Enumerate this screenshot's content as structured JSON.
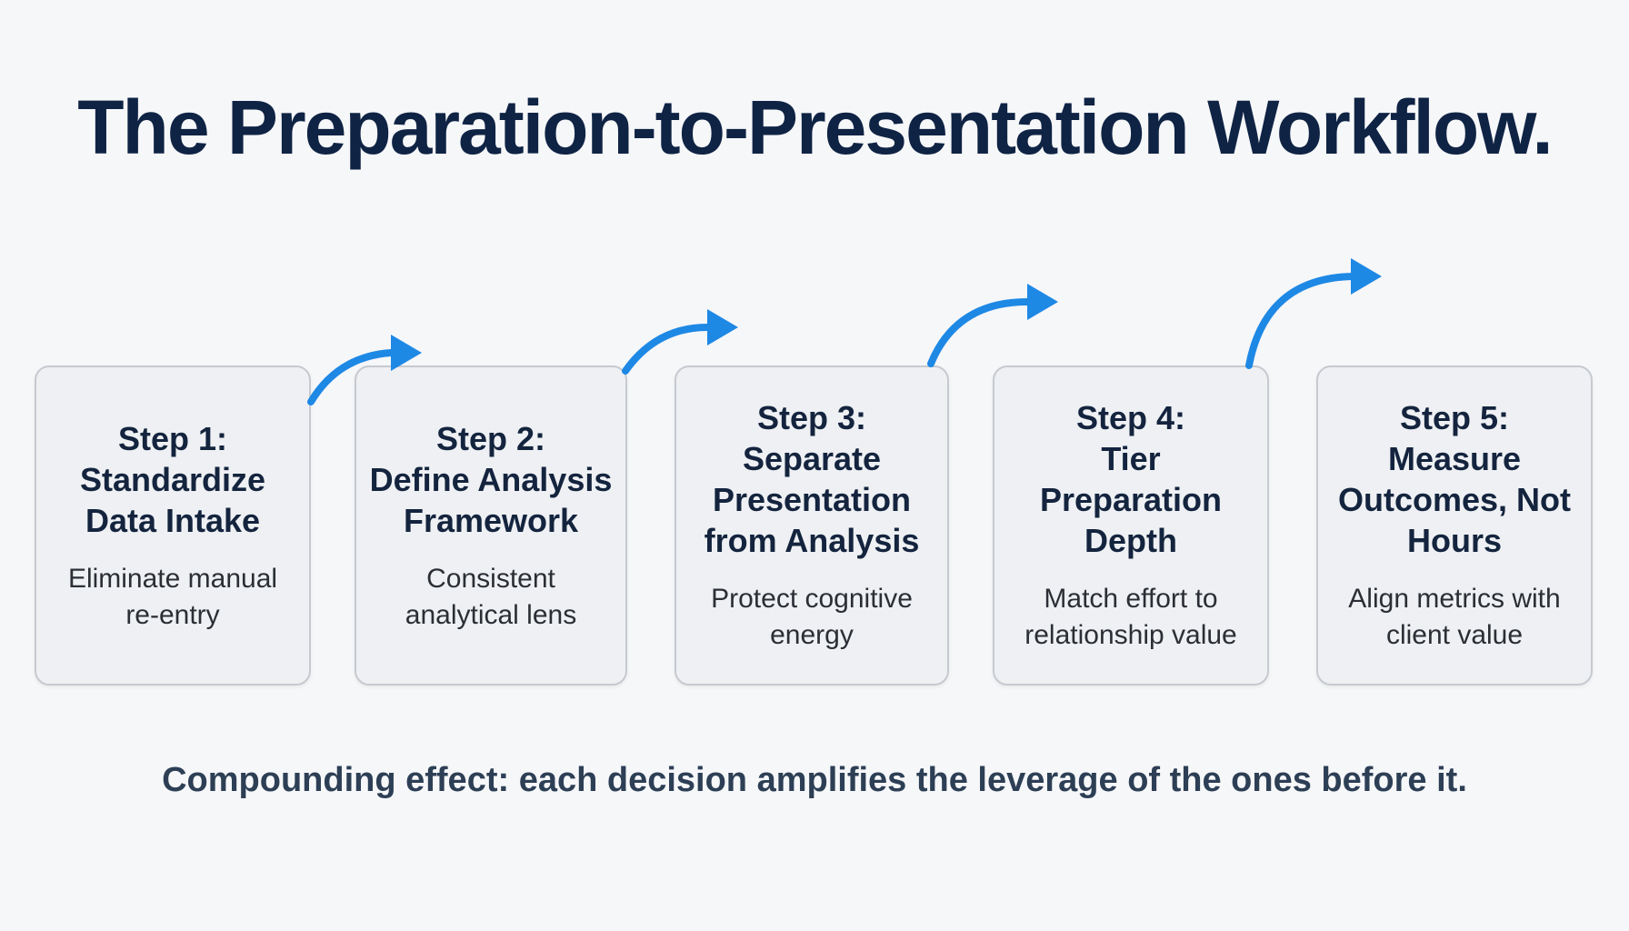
{
  "title": "The Preparation-to-Presentation Workflow.",
  "steps": [
    {
      "label": "Step 1:",
      "name": "Standardize Data Intake",
      "description": "Eliminate manual re-entry"
    },
    {
      "label": "Step 2:",
      "name": "Define Analysis Framework",
      "description": "Consistent analytical lens"
    },
    {
      "label": "Step 3:",
      "name": "Separate Presentation from Analysis",
      "description": "Protect cognitive energy"
    },
    {
      "label": "Step 4:",
      "name": "Tier Preparation Depth",
      "description": "Match effort to relationship value"
    },
    {
      "label": "Step 5:",
      "name": "Measure Outcomes, Not Hours",
      "description": "Align metrics with client value"
    }
  ],
  "footer": "Compounding effect: each decision amplifies the leverage of the ones before it.",
  "colors": {
    "title": "#0f2344",
    "arrow": "#1e88e5",
    "card_background": "#eef0f3",
    "card_border": "#c6cad0",
    "footer": "#2d3f55"
  }
}
